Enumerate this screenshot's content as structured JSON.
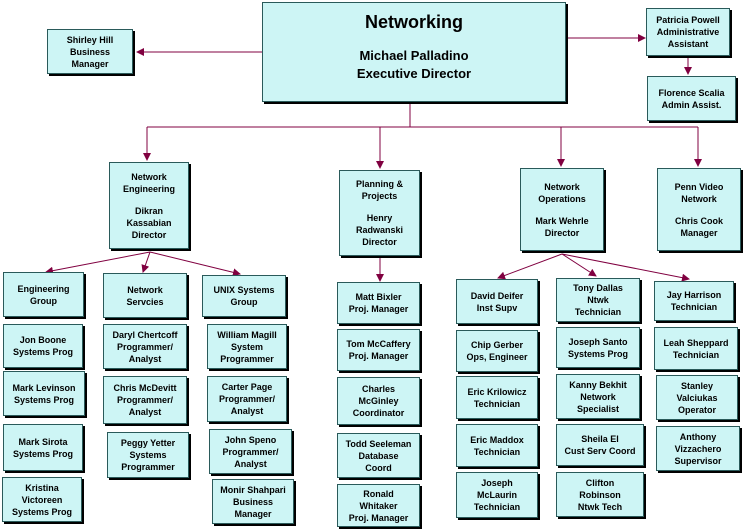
{
  "colors": {
    "box_fill": "#cdf5f5",
    "connector": "#800040"
  },
  "top": {
    "title": "Networking",
    "name": "Michael Palladino",
    "role": "Executive Director"
  },
  "business": {
    "name": "Shirley Hill",
    "role_1": "Business",
    "role_2": "Manager"
  },
  "admin": {
    "name": "Patricia Powell",
    "role_1": "Administrative",
    "role_2": "Assistant"
  },
  "admin_asst": {
    "name": "Florence Scalia",
    "role": "Admin Assist."
  },
  "engineering": {
    "title_1": "Network",
    "title_2": "Engineering",
    "name_1": "Dikran",
    "name_2": "Kassabian",
    "role": "Director"
  },
  "planning": {
    "title_1": "Planning &",
    "title_2": "Projects",
    "name_1": "Henry",
    "name_2": "Radwanski",
    "role": "Director"
  },
  "operations": {
    "title_1": "Network",
    "title_2": "Operations",
    "name": "Mark Wehrle",
    "role": "Director"
  },
  "pennvideo": {
    "title_1": "Penn Video",
    "title_2": "Network",
    "name": "Chris Cook",
    "role": "Manager"
  },
  "groups": {
    "engineering_group": [
      "Engineering",
      "Group"
    ],
    "network_services": [
      "Network",
      "Servcies"
    ],
    "unix_group": [
      "UNIX Systems",
      "Group"
    ]
  },
  "staff": {
    "jon_boone": [
      "Jon Boone",
      "Systems Prog"
    ],
    "mark_levinson": [
      "Mark Levinson",
      "Systems Prog"
    ],
    "mark_sirota": [
      "Mark Sirota",
      "Systems Prog"
    ],
    "kristina_victoreen": [
      "Kristina",
      "Victoreen",
      "Systems Prog"
    ],
    "daryl_chertcoff": [
      "Daryl Chertcoff",
      "Programmer/",
      "Analyst"
    ],
    "chris_mcdevitt": [
      "Chris McDevitt",
      "Programmer/",
      "Analyst"
    ],
    "peggy_yetter": [
      "Peggy Yetter",
      "Systems",
      "Programmer"
    ],
    "william_magill": [
      "William Magill",
      "System",
      "Programmer"
    ],
    "carter_page": [
      "Carter Page",
      "Programmer/",
      "Analyst"
    ],
    "john_speno": [
      "John Speno",
      "Programmer/",
      "Analyst"
    ],
    "monir_shahpari": [
      "Monir Shahpari",
      "Business",
      "Manager"
    ],
    "matt_bixler": [
      "Matt Bixler",
      "Proj. Manager"
    ],
    "tom_mccaffery": [
      "Tom McCaffery",
      "Proj. Manager"
    ],
    "charles_mcginley": [
      "Charles",
      "McGinley",
      "Coordinator"
    ],
    "todd_seeleman": [
      "Todd Seeleman",
      "Database",
      "Coord"
    ],
    "ronald_whitaker": [
      "Ronald",
      "Whitaker",
      "Proj. Manager"
    ],
    "david_deifer": [
      "David Deifer",
      "Inst Supv"
    ],
    "chip_gerber": [
      "Chip Gerber",
      "Ops, Engineer"
    ],
    "eric_krilowicz": [
      "Eric Krilowicz",
      "Technician"
    ],
    "eric_maddox": [
      "Eric Maddox",
      "Technician"
    ],
    "joseph_mclaurin": [
      "Joseph",
      "McLaurin",
      "Technician"
    ],
    "tony_dallas": [
      "Tony Dallas",
      "Ntwk",
      "Technician"
    ],
    "joseph_santo": [
      "Joseph Santo",
      "Systems Prog"
    ],
    "kanny_bekhit": [
      "Kanny Bekhit",
      "Network",
      "Specialist"
    ],
    "sheila_el": [
      "Sheila El",
      "Cust Serv Coord"
    ],
    "clifton_robinson": [
      "Clifton",
      "Robinson",
      "Ntwk Tech"
    ],
    "jay_harrison": [
      "Jay Harrison",
      "Technician"
    ],
    "leah_sheppard": [
      "Leah Sheppard",
      "Technician"
    ],
    "stanley_valciukas": [
      "Stanley",
      "Valciukas",
      "Operator"
    ],
    "anthony_vizzachero": [
      "Anthony",
      "Vizzachero",
      "Supervisor"
    ]
  }
}
